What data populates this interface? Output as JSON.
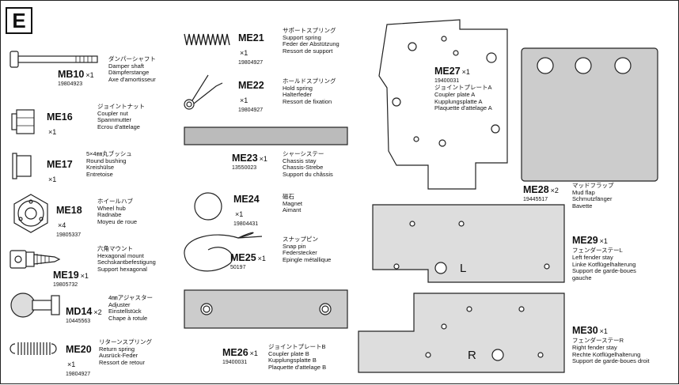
{
  "section": "E",
  "parts": [
    {
      "code": "MB10",
      "qty": "×1",
      "num": "19804923",
      "jp": "ダンパーシャフト",
      "en": "Damper shaft",
      "de": "Dämpferstange",
      "fr": "Axe d'amortisseur"
    },
    {
      "code": "ME16",
      "qty": "×1",
      "num": "",
      "jp": "ジョイントナット",
      "en": "Coupler nut",
      "de": "Spannmutter",
      "fr": "Ecrou d'attelage"
    },
    {
      "code": "ME17",
      "qty": "×1",
      "num": "",
      "jp": "5×4㎜丸ブッシュ",
      "en": "Round bushing",
      "de": "Kreishülse",
      "fr": "Entretoise"
    },
    {
      "code": "ME18",
      "qty": "×4",
      "num": "19805337",
      "jp": "ホイールハブ",
      "en": "Wheel hub",
      "de": "Radnabe",
      "fr": "Moyeu de roue"
    },
    {
      "code": "ME19",
      "qty": "×1",
      "num": "19805732",
      "jp": "六角マウント",
      "en": "Hexagonal mount",
      "de": "Sechskantbefestigung",
      "fr": "Support hexagonal"
    },
    {
      "code": "MD14",
      "qty": "×2",
      "num": "10445563",
      "jp": "4㎜アジャスター",
      "en": "Adjuster",
      "de": "Einstellstück",
      "fr": "Chape à rotule"
    },
    {
      "code": "ME20",
      "qty": "×1",
      "num": "19804927",
      "jp": "リターンスプリング",
      "en": "Return spring",
      "de": "Ausrück-Feder",
      "fr": "Ressort de retour"
    },
    {
      "code": "ME21",
      "qty": "×1",
      "num": "19804927",
      "jp": "サポートスプリング",
      "en": "Support spring",
      "de": "Feder der Abstützung",
      "fr": "Ressort de support"
    },
    {
      "code": "ME22",
      "qty": "×1",
      "num": "19804927",
      "jp": "ホールドスプリング",
      "en": "Hold spring",
      "de": "Halterfeder",
      "fr": "Ressort de fixation"
    },
    {
      "code": "ME23",
      "qty": "×1",
      "num": "13550023",
      "jp": "シャーシステー",
      "en": "Chassis stay",
      "de": "Chassis-Strebe",
      "fr": "Support du châssis"
    },
    {
      "code": "ME24",
      "qty": "×1",
      "num": "19804431",
      "jp": "磁石",
      "en": "Magnet",
      "de": "Aimant",
      "fr": ""
    },
    {
      "code": "ME25",
      "qty": "×1",
      "num": "50197",
      "jp": "スナップピン",
      "en": "Snap pin",
      "de": "Federstecker",
      "fr": "Epingle métallique"
    },
    {
      "code": "ME26",
      "qty": "×1",
      "num": "19400031",
      "jp": "ジョイントプレートB",
      "en": "Coupler plate B",
      "de": "Kupplungsplatte B",
      "fr": "Plaquette d'attelage B"
    },
    {
      "code": "ME27",
      "qty": "×1",
      "num": "19400031",
      "jp": "ジョイントプレートA",
      "en": "Coupler plate A",
      "de": "Kupplungsplatte A",
      "fr": "Plaquette d'attelage A"
    },
    {
      "code": "ME28",
      "qty": "×2",
      "num": "19445517",
      "jp": "マッドフラップ",
      "en": "Mud flap",
      "de": "Schmutzfänger",
      "fr": "Bavette"
    },
    {
      "code": "ME29",
      "qty": "×1",
      "num": "",
      "jp": "フェンダーステーL",
      "en": "Left fender stay",
      "de": "Linke Kotflügelhalterung",
      "fr": "Support de garde-boues",
      "fr2": "gauche"
    },
    {
      "code": "ME30",
      "qty": "×1",
      "num": "",
      "jp": "フェンダーステーR",
      "en": "Right fender stay",
      "de": "Rechte Kotflügelhalterung",
      "fr": "Support de garde-boues droit"
    }
  ],
  "plate_letters": {
    "left": "L",
    "right": "R"
  }
}
